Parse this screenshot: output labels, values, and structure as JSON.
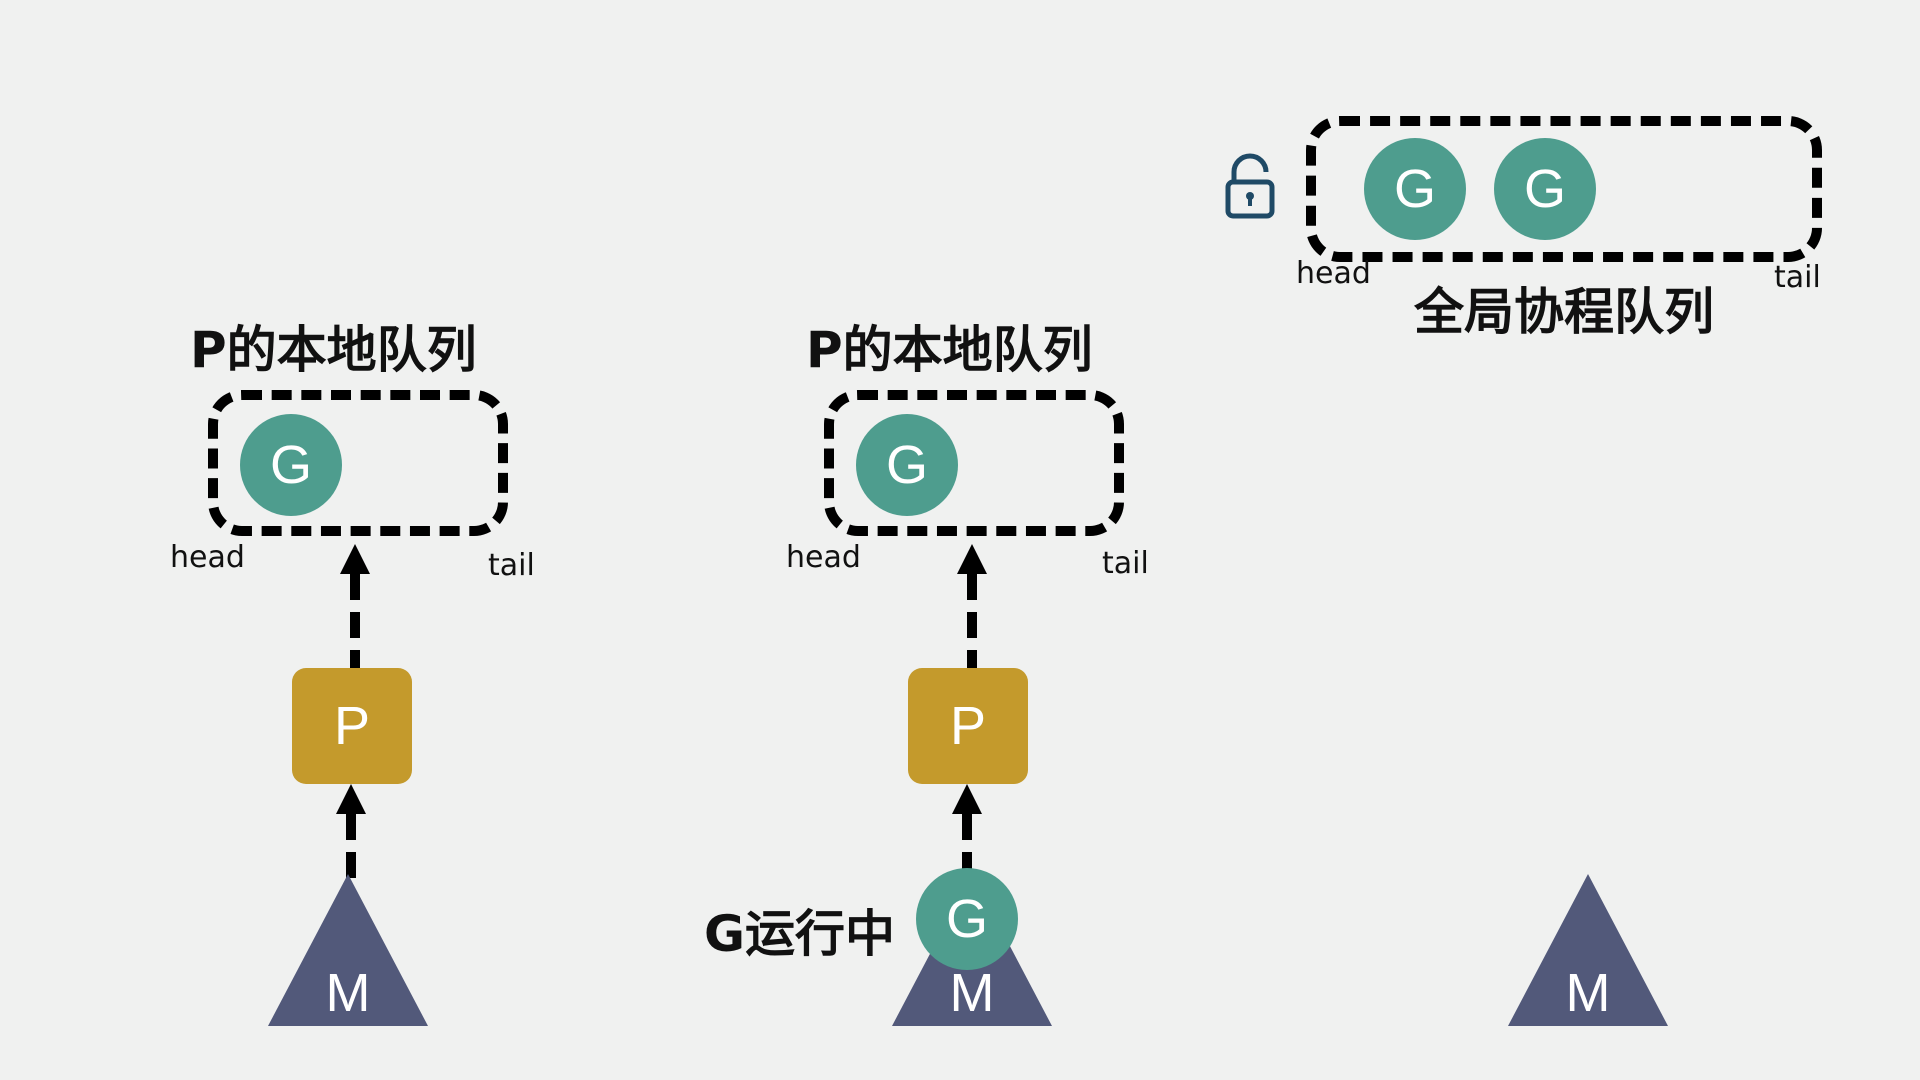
{
  "colors": {
    "goroutine": "#4e9d8e",
    "processor": "#c49a2c",
    "machine": "#52597a",
    "lock": "#1f4a66"
  },
  "global_queue": {
    "title": "全局协程队列",
    "head_label": "head",
    "tail_label": "tail",
    "items": [
      "G",
      "G"
    ],
    "lock_icon": "unlocked-padlock"
  },
  "left_stack": {
    "queue_title": "P的本地队列",
    "head_label": "head",
    "tail_label": "tail",
    "queue_item": "G",
    "processor_label": "P",
    "machine_label": "M"
  },
  "middle_stack": {
    "queue_title": "P的本地队列",
    "head_label": "head",
    "tail_label": "tail",
    "queue_item": "G",
    "processor_label": "P",
    "machine_label": "M",
    "running_goroutine": "G",
    "running_label": "G运行中"
  },
  "right_stack": {
    "machine_label": "M"
  }
}
